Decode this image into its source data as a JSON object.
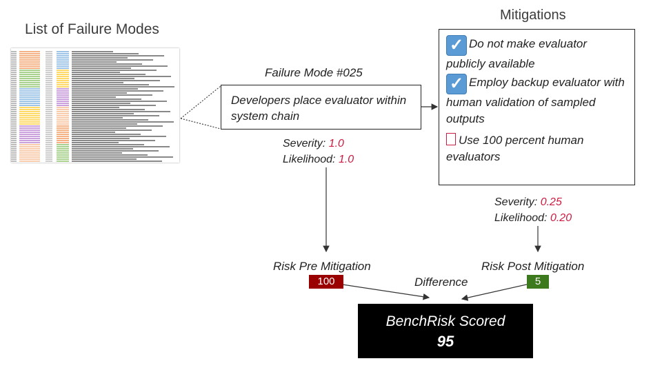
{
  "left": {
    "title": "List of Failure Modes"
  },
  "failure_mode": {
    "label": "Failure Mode #025",
    "text": "Developers place evaluator within system chain",
    "severity_label": "Severity:",
    "severity_value": "1.0",
    "likelihood_label": "Likelihood:",
    "likelihood_value": "1.0"
  },
  "mitigations": {
    "title": "Mitigations",
    "items": [
      {
        "text": "Do not make evaluator publicly available",
        "checked": true
      },
      {
        "text": "Employ backup evaluator with human validation of sampled outputs",
        "checked": true
      },
      {
        "text": "Use 100 percent human evaluators",
        "checked": false
      }
    ],
    "severity_label": "Severity:",
    "severity_value": "0.25",
    "likelihood_label": "Likelihood:",
    "likelihood_value": "0.20"
  },
  "risk_pre": {
    "label": "Risk Pre Mitigation",
    "value": "100",
    "color": "#9b0000"
  },
  "risk_post": {
    "label": "Risk Post Mitigation",
    "value": "5",
    "color": "#3d7a1e"
  },
  "difference_label": "Difference",
  "score": {
    "label": "BenchRisk Scored",
    "value": "95"
  }
}
